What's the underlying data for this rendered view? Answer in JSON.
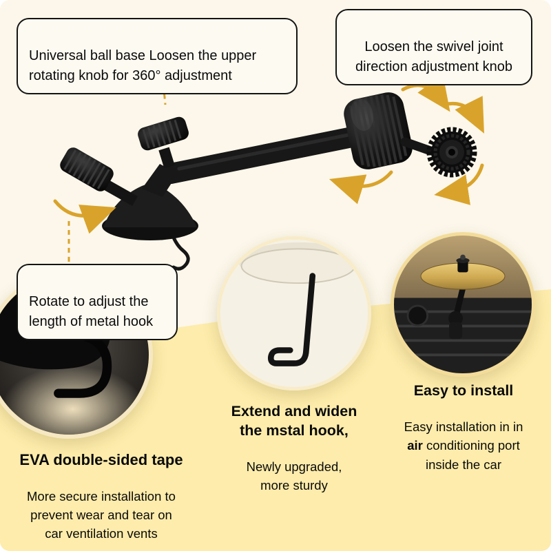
{
  "colors": {
    "bg_top": "#fcf7ea",
    "bg_bottom": "#fdecab",
    "accent_yellow": "#d9a32b",
    "callout_bg": "#fdfaf1",
    "callout_border": "#141414",
    "gold_disc": "#d9b860"
  },
  "icons": {
    "rotation_arrow": "curved-arrow",
    "connector": "dashed-line"
  },
  "callouts": [
    {
      "text": "Universal ball base Loosen the upper\nrotating knob for 360° adjustment"
    },
    {
      "text": "Loosen the swivel joint\ndirection adjustment knob"
    },
    {
      "text": "Rotate to adjust the\nlength of metal hook"
    }
  ],
  "features": [
    {
      "title": "EVA double-sided tape",
      "desc": "More secure installation to\nprevent wear and tear on\ncar ventilation vents"
    },
    {
      "title": "Extend and widen\nthe mstal hook,",
      "desc": "Newly upgraded,\nmore sturdy"
    },
    {
      "title": "Easy to install",
      "desc_before": "Easy installation in in",
      "desc_bold": "air",
      "desc_after": "conditioning port inside the car"
    }
  ]
}
